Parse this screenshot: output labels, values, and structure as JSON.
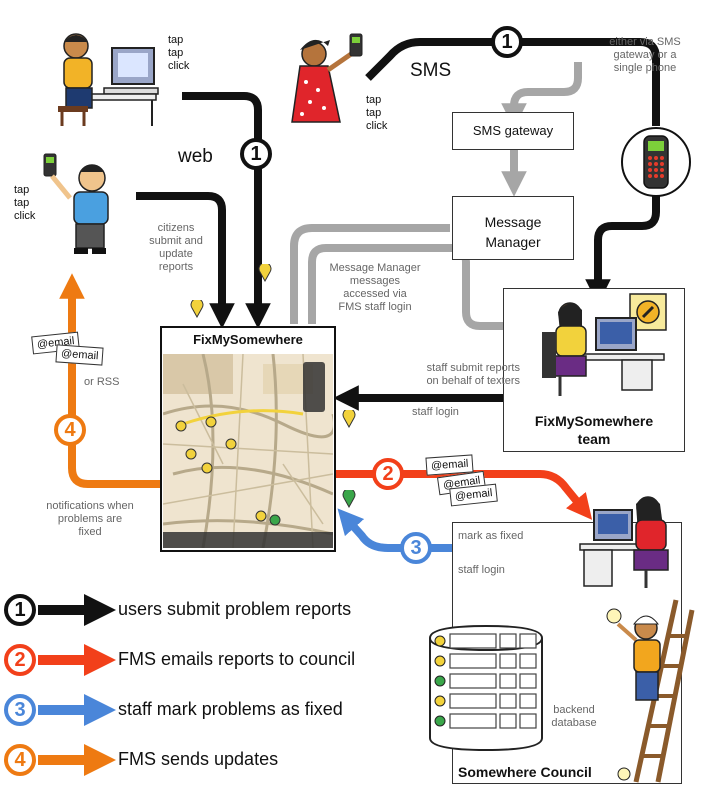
{
  "labels": {
    "tap_left_top": "tap\ntap\nclick",
    "tap_woman": "tap\ntap\nclick",
    "tap_left_mid": "tap\ntap\nclick",
    "sms": "SMS",
    "web": "web",
    "either_via": "either via SMS\ngateway or a\nsingle phone",
    "sms_gateway": "SMS gateway",
    "message_manager": "Message\nManager",
    "citizens": "citizens\nsubmit and\nupdate\nreports",
    "mm_messages": "Message Manager\nmessages\naccessed via\nFMS staff login",
    "fms_box_title": "FixMySomewhere",
    "staff_submit": "staff submit reports\non behalf of texters",
    "staff_login_top": "staff login",
    "team": "FixMySomewhere\nteam",
    "email_a": "@email",
    "email_b": "@email",
    "email_c": "@email",
    "email_d": "@email",
    "email_e": "@email",
    "or_rss": "or RSS",
    "notifications": "notifications when\nproblems are\nfixed",
    "mark_fixed": "mark as fixed",
    "staff_login_bottom": "staff login",
    "backend": "backend\ndatabase",
    "council": "Somewhere Council",
    "badge_1": "1",
    "badge_2": "2",
    "badge_3": "3",
    "badge_4": "4"
  },
  "legend": [
    {
      "num": "1",
      "text": "users submit problem reports",
      "color": "#111111"
    },
    {
      "num": "2",
      "text": "FMS emails reports to council",
      "color": "#f2401a"
    },
    {
      "num": "3",
      "text": "staff mark problems as fixed",
      "color": "#4a86d9"
    },
    {
      "num": "4",
      "text": "FMS sends updates",
      "color": "#ee7a12"
    }
  ],
  "colors": {
    "black_flow": "#111111",
    "red_flow": "#f2401a",
    "blue_flow": "#4a86d9",
    "orange_flow": "#ee7a12",
    "grey_flow": "#a6a6a6",
    "map_bg": "#efe4cf"
  }
}
